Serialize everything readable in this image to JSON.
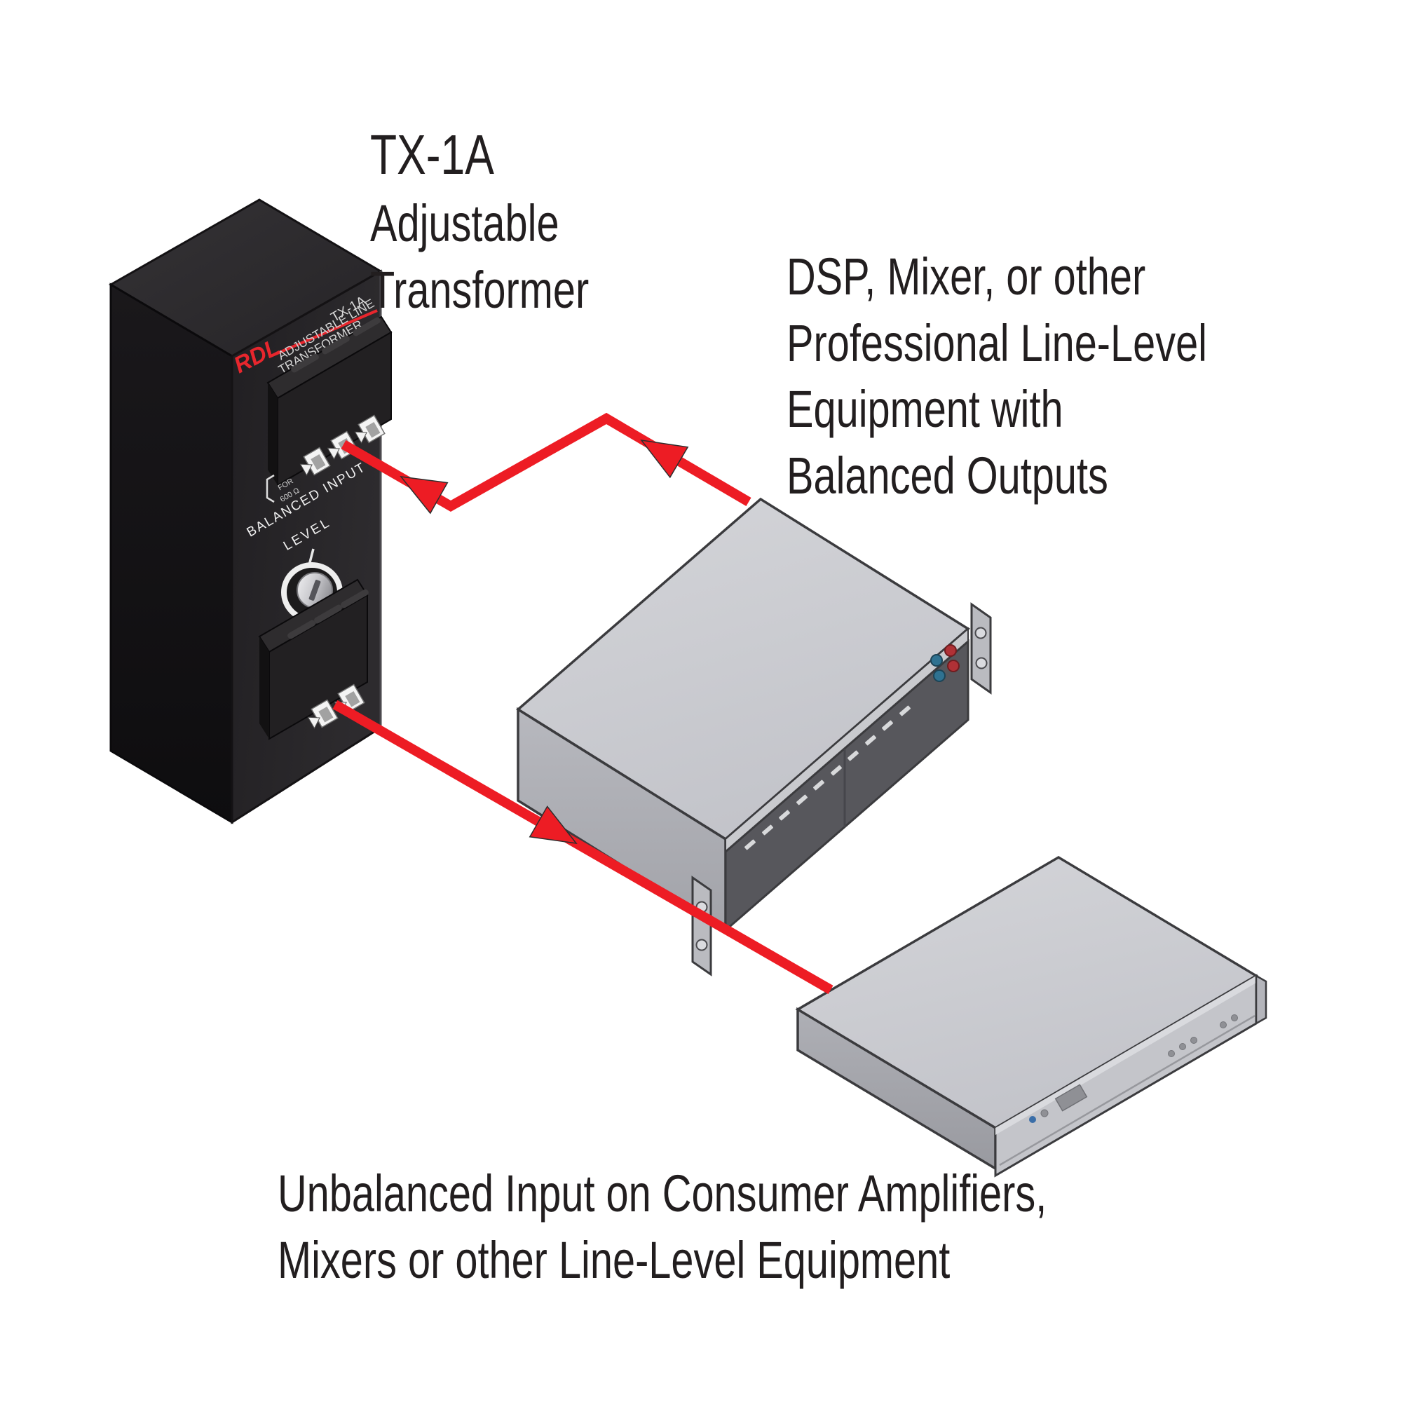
{
  "colors": {
    "brand_red": "#e8262d",
    "arrow_red": "#ed1c24",
    "ink": "#221e1f",
    "device_black": "#242224",
    "rack_gray": "#cdced3"
  },
  "labels": {
    "title": {
      "line1": "TX-1A",
      "line2": "Adjustable",
      "line3": "Transformer"
    },
    "balanced": {
      "line1": "DSP, Mixer, or other",
      "line2": "Professional Line-Level",
      "line3": "Equipment with",
      "line4": "Balanced Outputs"
    },
    "unbalanced": {
      "line1": "Unbalanced Input on Consumer Amplifiers,",
      "line2": "Mixers or other Line-Level Equipment"
    }
  },
  "transformer": {
    "brand": "RDL",
    "model": "TX-1A",
    "device_name_line1": "ADJUSTABLE LINE",
    "device_name_line2": "TRANSFORMER",
    "spec_line1": "FOR",
    "spec_line2": "600 Ω",
    "input_label": "BALANCED INPUT",
    "level_label": "LEVEL"
  }
}
